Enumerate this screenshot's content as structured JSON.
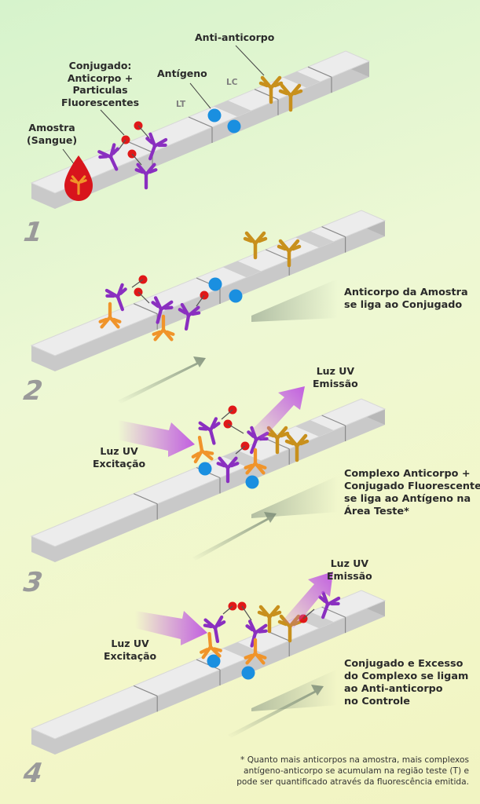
{
  "labels": {
    "anti_anticorpo": "Anti-anticorpo",
    "conjugado": [
      "Conjugado:",
      "Anticorpo +",
      "Particulas",
      "Fluorescentes"
    ],
    "antigeno": "Antígeno",
    "lc": "LC",
    "lt": "LT",
    "amostra": [
      "Amostra",
      "(Sangue)"
    ],
    "step2_caption": [
      "Anticorpo da Amostra",
      "se liga ao Conjugado"
    ],
    "luz_uv_emissao_3": [
      "Luz UV",
      "Emissão"
    ],
    "luz_uv_excitacao_3": [
      "Luz UV",
      "Excitação"
    ],
    "step3_caption": [
      "Complexo Anticorpo +",
      "Conjugado Fluorescente",
      "se liga ao Antígeno na",
      "Área Teste*"
    ],
    "luz_uv_emissao_4": [
      "Luz UV",
      "Emissão"
    ],
    "luz_uv_excitacao_4": [
      "Luz UV",
      "Excitação"
    ],
    "step4_caption": [
      "Conjugado e Excesso",
      "do Complexo se ligam",
      "ao Anti-anticorpo",
      "no Controle"
    ]
  },
  "steps": [
    "1",
    "2",
    "3",
    "4"
  ],
  "footnote": [
    "* Quanto mais anticorpos na amostra, mais complexos",
    "antígeno-anticorpo se acumulam na região teste (T) e",
    "pode ser quantificado através da fluorescência emitida."
  ],
  "colors": {
    "antibody_purple": "#8a2fc0",
    "antibody_orange": "#f0942a",
    "anti_antibody_gold": "#c8901c",
    "antigen_blue": "#1a8fe0",
    "particle_red": "#e01818",
    "uv_light": "#c15ee0"
  }
}
